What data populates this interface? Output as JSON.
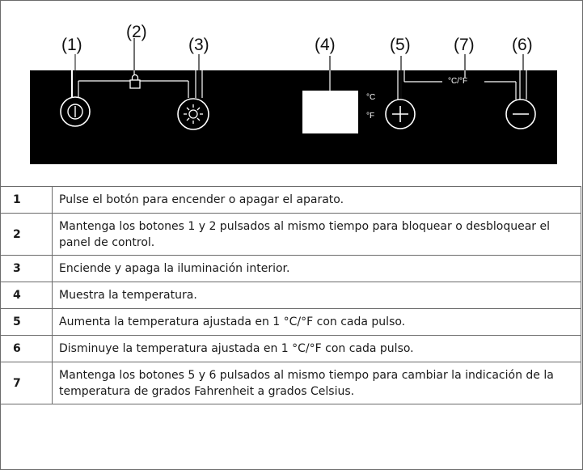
{
  "diagram": {
    "callouts": [
      "(1)",
      "(2)",
      "(3)",
      "(4)",
      "(5)",
      "(7)",
      "(6)"
    ],
    "display_units": {
      "celsius": "°C",
      "fahrenheit": "°F"
    },
    "toggle_label": "°C/°F",
    "icons": {
      "button_1": "power-icon",
      "lock": "lock-icon",
      "button_3": "light-bulb-icon",
      "button_5": "plus-icon",
      "button_6": "minus-icon"
    }
  },
  "legend": [
    {
      "num": "1",
      "text": "Pulse el botón para encender o apagar el aparato."
    },
    {
      "num": "2",
      "text": "Mantenga los botones 1 y 2 pulsados al mismo tiempo para bloquear o desbloquear el panel de control."
    },
    {
      "num": "3",
      "text": "Enciende y apaga la iluminación interior."
    },
    {
      "num": "4",
      "text": "Muestra la temperatura."
    },
    {
      "num": "5",
      "text": "Aumenta la temperatura ajustada en 1 °C/°F con cada pulso."
    },
    {
      "num": "6",
      "text": "Disminuye la temperatura ajustada en 1 °C/°F con cada pulso."
    },
    {
      "num": "7",
      "text": "Mantenga los botones 5 y 6 pulsados al mismo tiempo para cambiar la indicación de la temperatura de grados Fahrenheit a grados Celsius."
    }
  ]
}
